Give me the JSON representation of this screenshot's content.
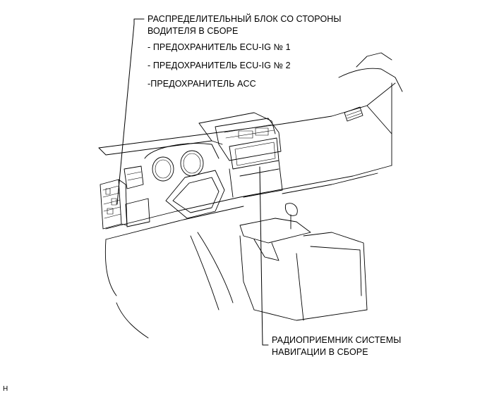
{
  "callouts": {
    "driver_block": {
      "line1": "РАСПРЕДЕЛИТЕЛЬНЫЙ БЛОК СО СТОРОНЫ",
      "line2": "ВОДИТЕЛЯ В СБОРЕ",
      "fuses": [
        "- ПРЕДОХРАНИТЕЛЬ ECU-IG № 1",
        "- ПРЕДОХРАНИТЕЛЬ ECU-IG № 2",
        "-ПРЕДОХРАНИТЕЛЬ ACC"
      ]
    },
    "radio": {
      "line1": "РАДИОПРИЕМНИК СИСТЕМЫ",
      "line2": "НАВИГАЦИИ В СБОРЕ"
    }
  },
  "figure_code": "H"
}
